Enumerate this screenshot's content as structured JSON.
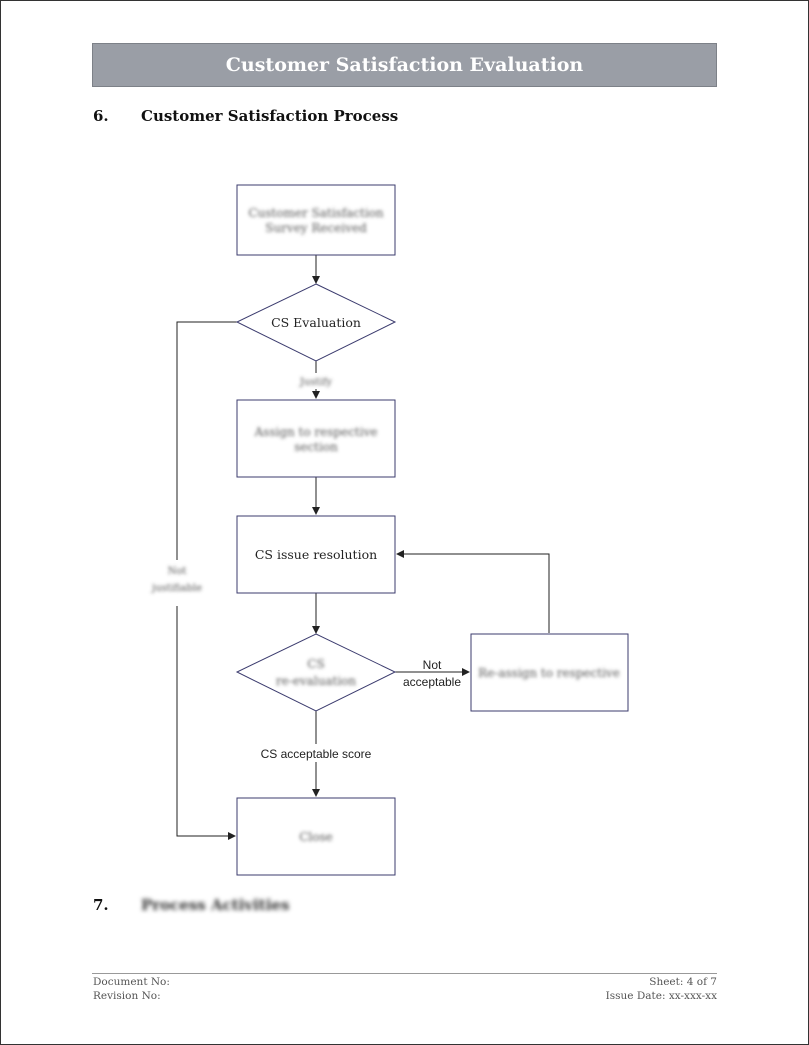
{
  "header": {
    "title": "Customer Satisfaction Evaluation"
  },
  "sections": [
    {
      "number": "6.",
      "title": "Customer Satisfaction Process"
    },
    {
      "number": "7.",
      "title": "Process Activities"
    }
  ],
  "flowchart": {
    "survey_received": [
      "Customer Satisfaction",
      "Survey Received"
    ],
    "cs_evaluation": "CS Evaluation",
    "justify": "Justify",
    "assign": [
      "Assign to respective",
      "section"
    ],
    "cs_issue_resolution": "CS issue resolution",
    "cs_reevaluation": [
      "CS",
      "re-evaluation"
    ],
    "not_acceptable": [
      "Not",
      "acceptable"
    ],
    "reassign": "Re-assign to respective",
    "cs_acceptable_score": "CS acceptable score",
    "close": "Close",
    "not_justifiable": [
      "Not",
      "justifiable"
    ]
  },
  "footer": {
    "document_no": "Document No:",
    "revision_no": "Revision No:",
    "sheet": "Sheet: 4 of 7",
    "issue_date": "Issue Date: xx-xxx-xx"
  },
  "colors": {
    "header_bg": "#9a9ea6",
    "box_border": "#3b3b6e",
    "line": "#222222"
  }
}
